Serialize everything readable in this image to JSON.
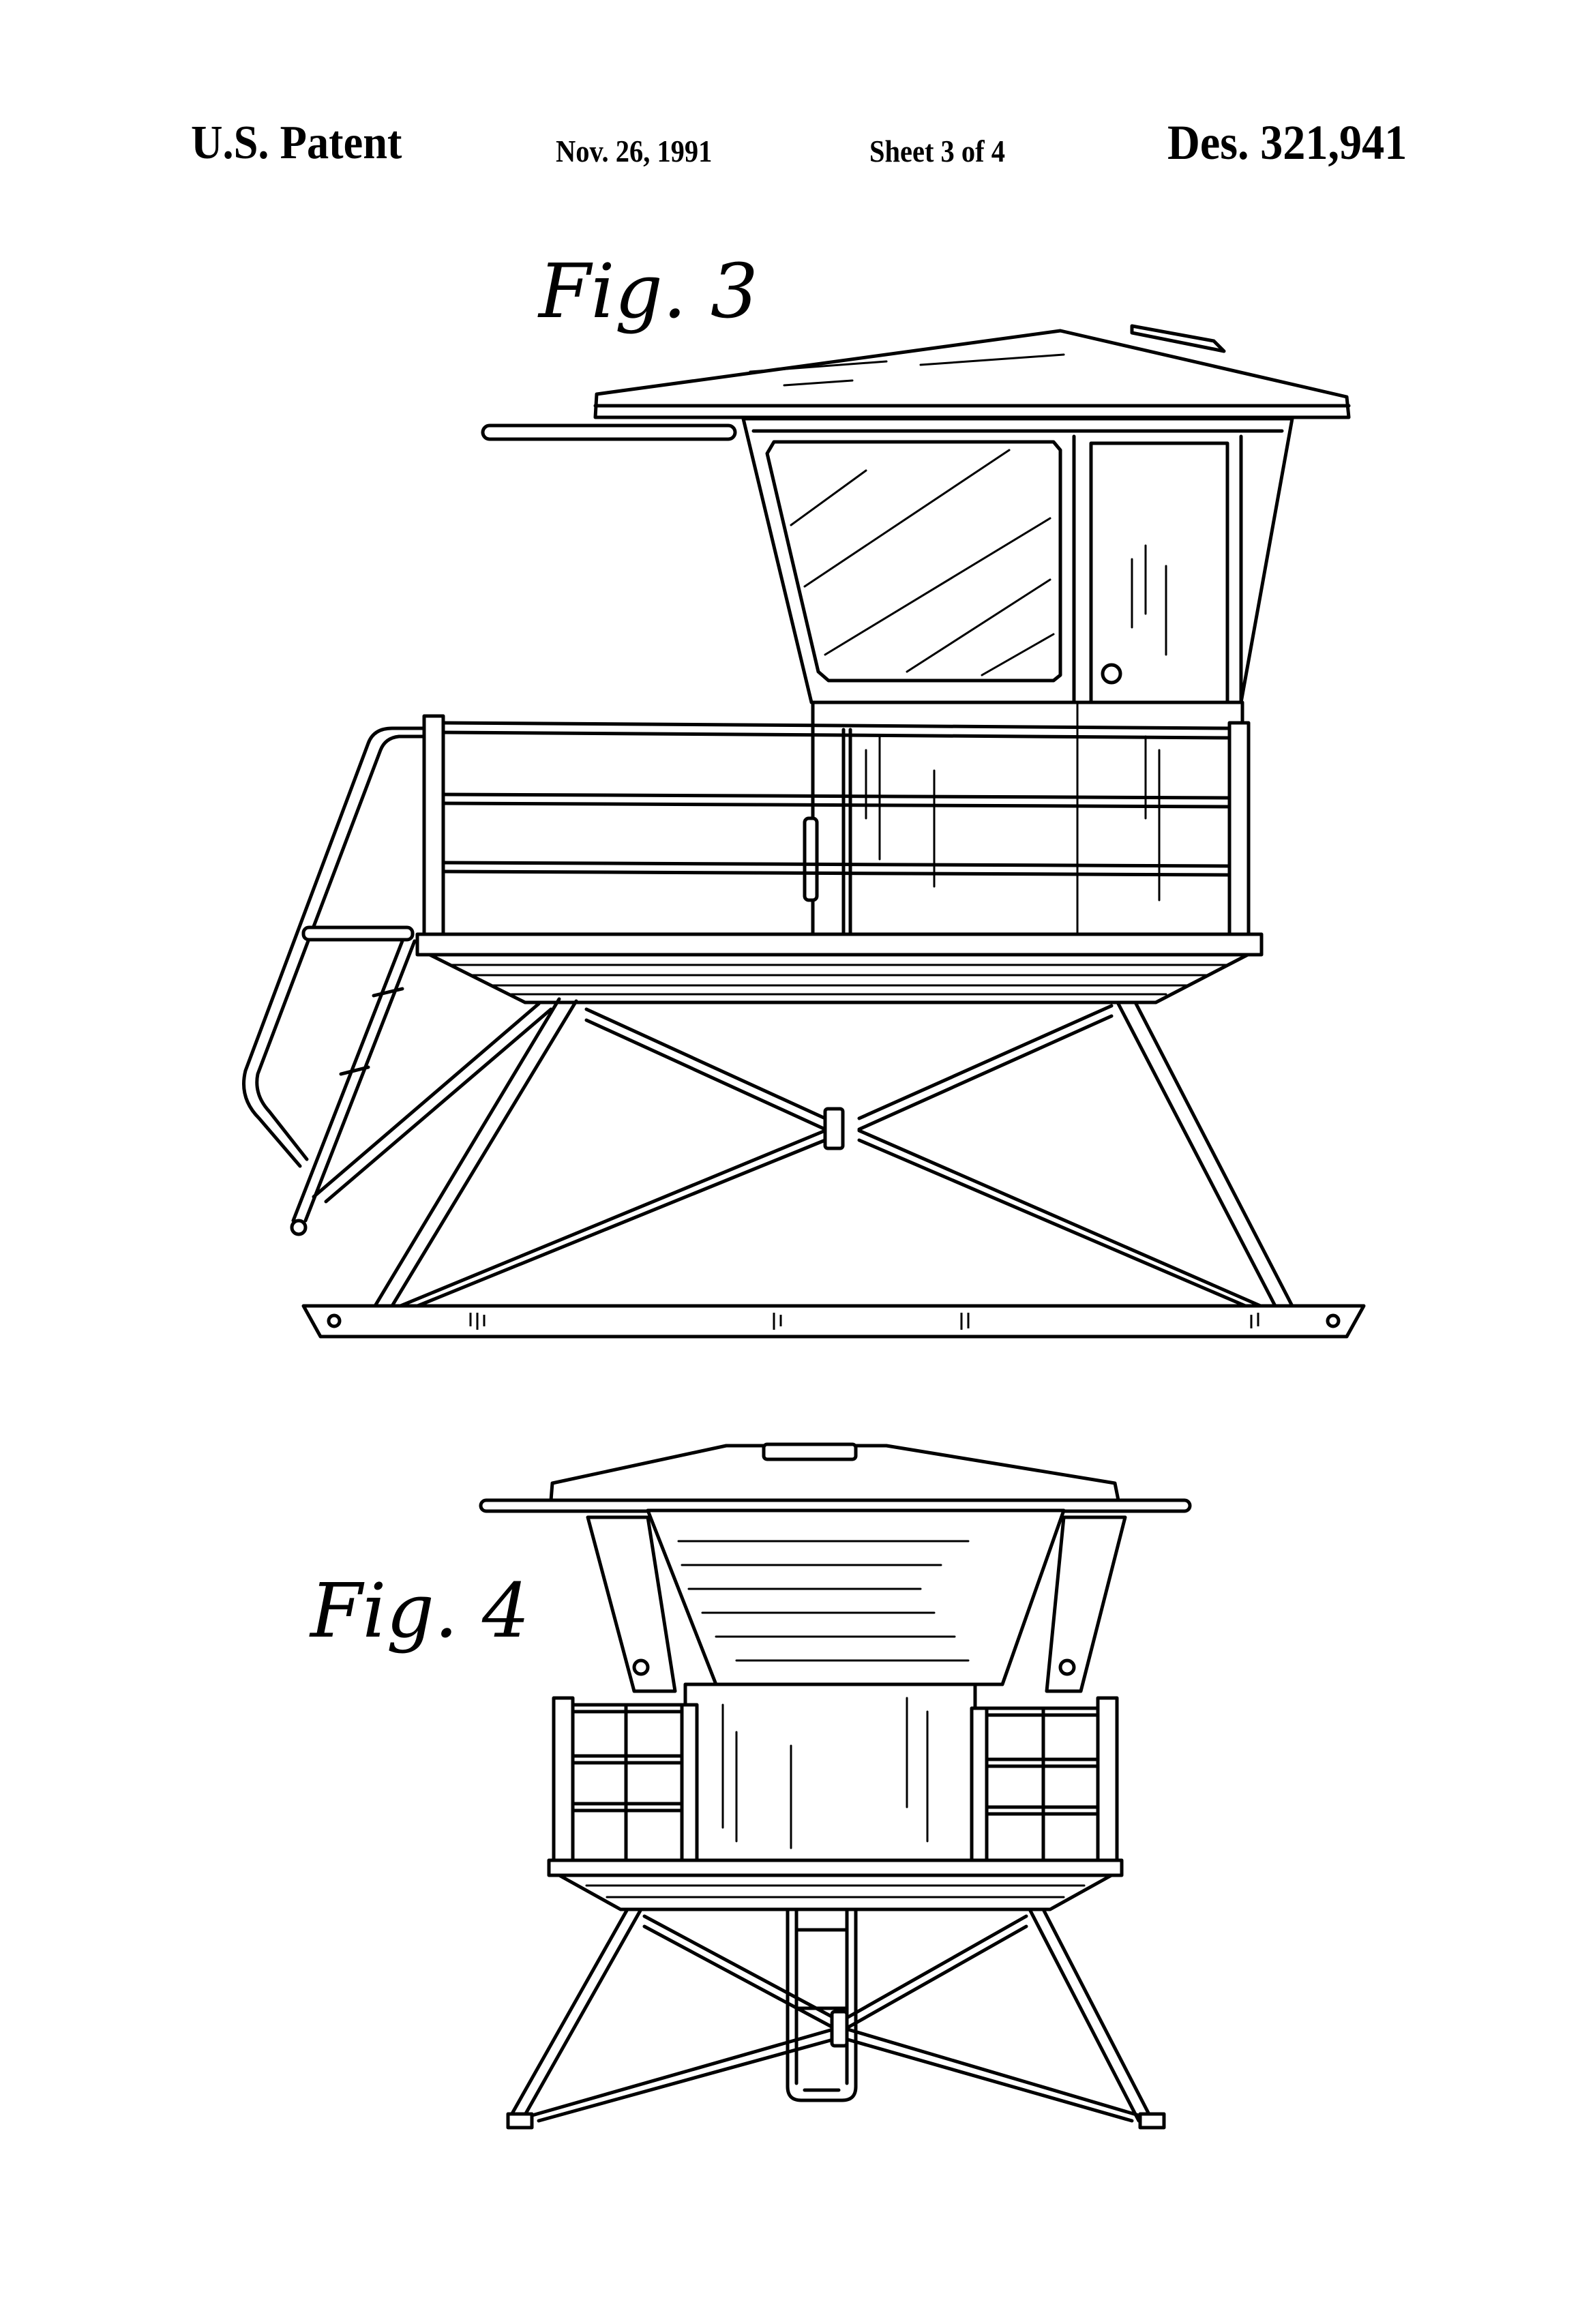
{
  "header": {
    "left": "U.S. Patent",
    "date": "Nov. 26, 1991",
    "sheet": "Sheet 3 of 4",
    "number": "Des. 321,941"
  },
  "figures": [
    {
      "label": "Fig. 3",
      "view": "side elevation of lifeguard tower"
    },
    {
      "label": "Fig. 4",
      "view": "front elevation of lifeguard tower"
    }
  ]
}
